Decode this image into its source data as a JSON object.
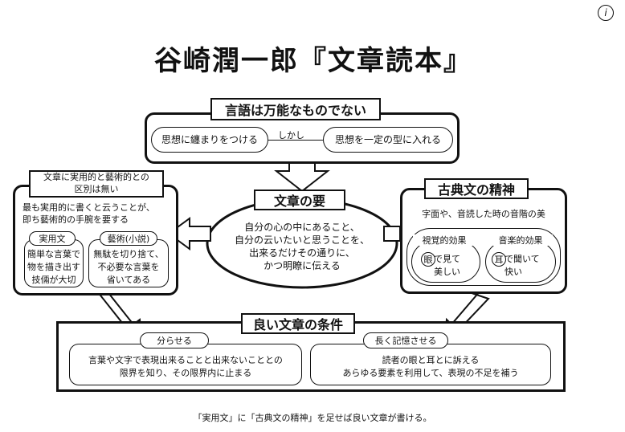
{
  "page_number": "i",
  "title": "谷崎潤一郎『文章読本』",
  "top": {
    "heading": "言語は万能なものでない",
    "left_pill": "思想に纏まりをつける",
    "connector": "しかし",
    "right_pill": "思想を一定の型に入れる"
  },
  "center": {
    "heading": "文章の要",
    "body": "自分の心の中にあること、\n自分の云いたいと思うことを、\n出来るだけその通りに、\nかつ明瞭に伝える"
  },
  "left": {
    "heading": "文章に実用的と藝術的との\n区別は無い",
    "body": "最も実用的に書くと云うことが、\n即ち藝術的の手腕を要する",
    "practical_label": "実用文",
    "practical_text": "簡単な言葉で\n物を描き出す\n技倆が大切",
    "art_label": "藝術(小説)",
    "art_text": "無駄を切り捨て、\n不必要な言葉を\n省いてある"
  },
  "right": {
    "heading": "古典文の精神",
    "body": "字面や、音読した時の音階の美",
    "visual_label": "視覚的効果",
    "visual_mark": "眼",
    "visual_text": "で見て\n美しい",
    "music_label": "音楽的効果",
    "music_mark": "耳",
    "music_text": "で聞いて\n快い"
  },
  "bottom": {
    "heading": "良い文章の条件",
    "left_tag": "分らせる",
    "left_text": "言葉や文字で表現出来ることと出来ないこととの\n限界を知り、その限界内に止まる",
    "right_tag": "長く記憶させる",
    "right_text": "読者の眼と耳とに訴える\nあらゆる要素を利用して、表現の不足を補う"
  },
  "footer": "「実用文」に「古典文の精神」を足せば良い文章が書ける。"
}
